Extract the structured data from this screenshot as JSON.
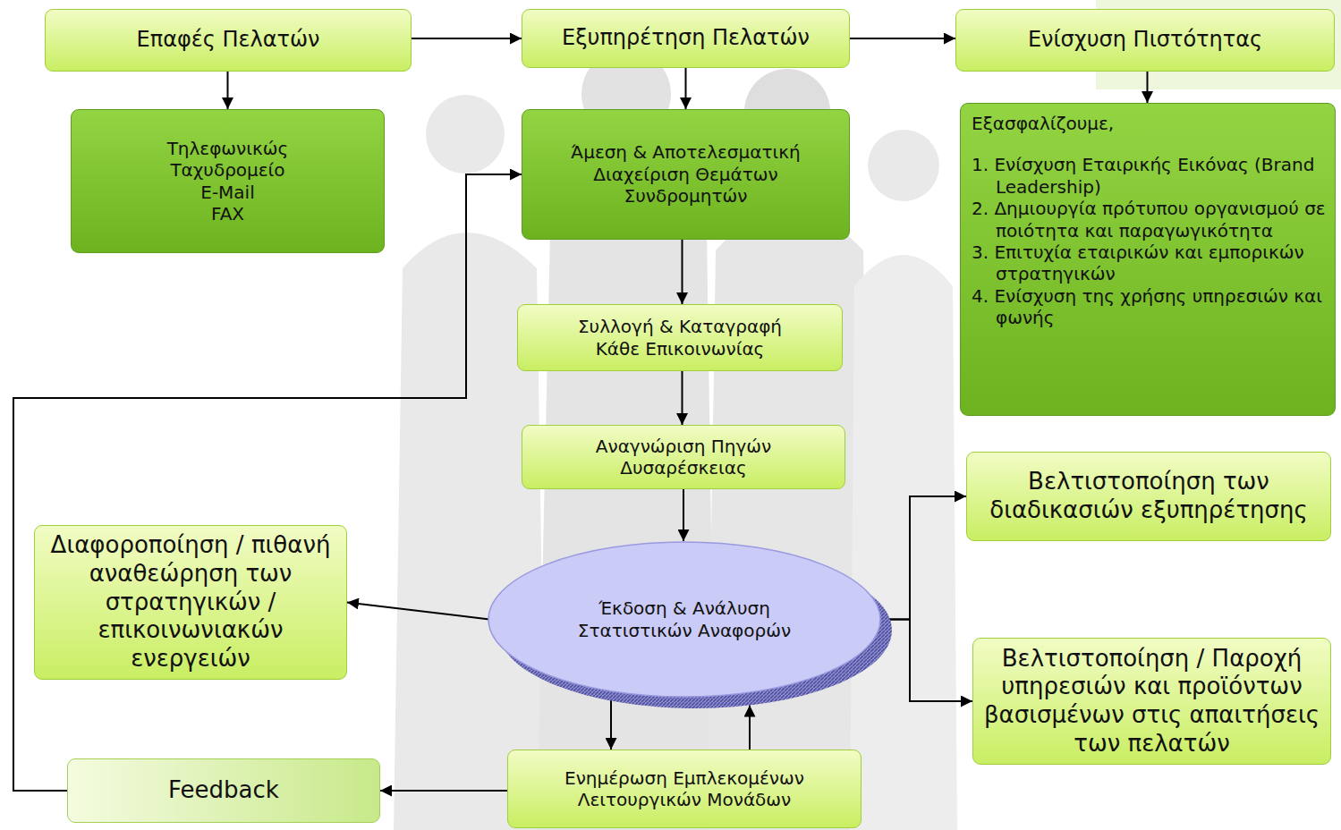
{
  "diagram": {
    "nodes": [
      {
        "text": [
          "Επαφές Πελατών"
        ]
      },
      {
        "text": [
          "Εξυπηρέτηση Πελατών"
        ]
      },
      {
        "text": [
          "Ενίσχυση Πιστότητας"
        ]
      },
      {
        "text": [
          "Τηλεφωνικώς",
          "Ταχυδρομείο",
          "E-Mail",
          "FAX"
        ]
      },
      {
        "text": [
          "Άμεση & Αποτελεσματική Διαχείριση Θεμάτων Συνδρομητών"
        ]
      },
      {
        "text": [
          "Εξασφαλίζουμε,",
          "1. Ενίσχυση Εταιρικής Εικόνας (Brand Leadership)",
          "2. Δημιουργία πρότυπου οργανισμού σε ποιότητα και παραγωγικότητα",
          "3. Επιτυχία εταιρικών και εμπορικών στρατηγικών",
          "4. Ενίσχυση της χρήσης υπηρεσιών και φωνής"
        ]
      },
      {
        "text": [
          "Συλλογή & Καταγραφή Κάθε Επικοινωνίας"
        ]
      },
      {
        "text": [
          "Αναγνώριση Πηγών Δυσαρέσκειας"
        ]
      },
      {
        "text": [
          "Βελτιστοποίηση των διαδικασιών εξυπηρέτησης"
        ]
      },
      {
        "text": [
          "Διαφοροποίηση / πιθανή αναθεώρηση των στρατηγικών / επικοινωνιακών ενεργειών"
        ]
      },
      {
        "text": [
          "Έκδοση & Ανάλυση Στατιστικών Αναφορών"
        ]
      },
      {
        "text": [
          "Βελτιστοποίηση / Παροχή υπηρεσιών και προϊόντων βασισμένων στις απαιτήσεις των πελατών"
        ]
      },
      {
        "text": [
          "Feedback"
        ]
      },
      {
        "text": [
          "Ενημέρωση Εμπλεκομένων Λειτουργικών Μονάδων"
        ]
      }
    ],
    "edges": [
      {
        "from": 0,
        "to": 1,
        "arrow": "to"
      },
      {
        "from": 1,
        "to": 2,
        "arrow": "to"
      },
      {
        "from": 0,
        "to": 3,
        "arrow": "to"
      },
      {
        "from": 1,
        "to": 4,
        "arrow": "to"
      },
      {
        "from": 2,
        "to": 5,
        "arrow": "to"
      },
      {
        "from": 4,
        "to": 6,
        "arrow": "to"
      },
      {
        "from": 6,
        "to": 7,
        "arrow": "to"
      },
      {
        "from": 7,
        "to": 10,
        "arrow": "to"
      },
      {
        "from": 10,
        "to": 9,
        "arrow": "to"
      },
      {
        "from": 10,
        "to": 8,
        "arrow": "to"
      },
      {
        "from": 10,
        "to": 11,
        "arrow": "to"
      },
      {
        "from": 10,
        "to": 13,
        "arrow": "to"
      },
      {
        "from": 13,
        "to": 10,
        "arrow": "to"
      },
      {
        "from": 13,
        "to": 12,
        "arrow": "to"
      },
      {
        "from": 12,
        "to": 4,
        "arrow": "to"
      }
    ]
  }
}
